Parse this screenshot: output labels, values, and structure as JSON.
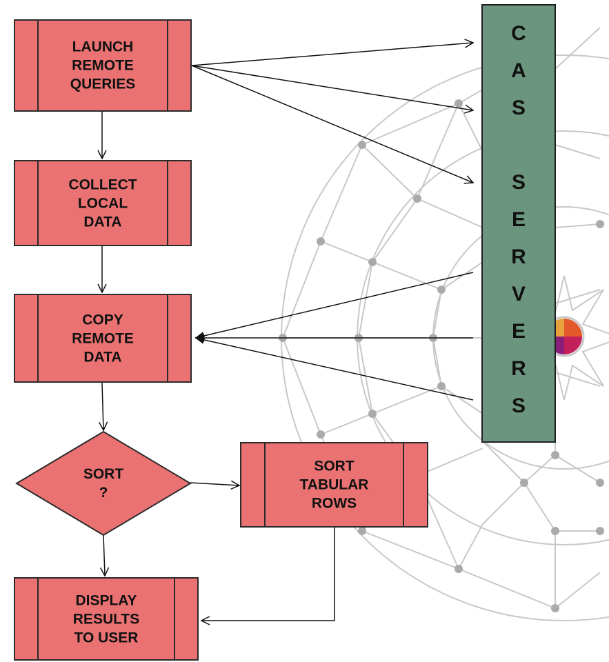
{
  "colors": {
    "process_fill": "#eb7272",
    "server_fill": "#6b957e",
    "outline": "#2a2a2a",
    "network_lines": "#c4c4c4",
    "network_nodes": "#aaaaaa"
  },
  "flow": {
    "launch": [
      "LAUNCH",
      "REMOTE",
      "QUERIES"
    ],
    "collect": [
      "COLLECT",
      "LOCAL",
      "DATA"
    ],
    "copy": [
      "COPY",
      "REMOTE",
      "DATA"
    ],
    "decision": [
      "SORT",
      "?"
    ],
    "sort": [
      "SORT",
      "TABULAR",
      "ROWS"
    ],
    "display": [
      "DISPLAY",
      "RESULTS",
      "TO USER"
    ]
  },
  "servers": {
    "letters": [
      "C",
      "A",
      "S",
      "",
      "S",
      "E",
      "R",
      "V",
      "E",
      "R",
      "S"
    ]
  }
}
